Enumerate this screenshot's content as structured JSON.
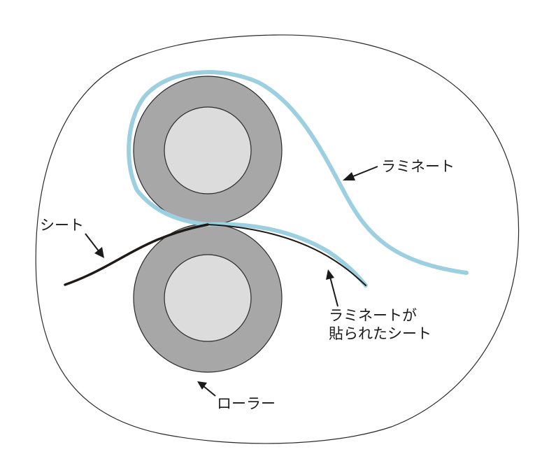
{
  "labels": {
    "laminate": "ラミネート",
    "sheet": "シート",
    "laminated_sheet_line1": "ラミネートが",
    "laminated_sheet_line2": "貼られたシート",
    "roller": "ローラー"
  },
  "colors": {
    "laminate": "#9ccfdf",
    "sheet": "#1e1a18",
    "roller_outer": "#a7a7a7",
    "roller_inner": "#dcdcdc",
    "outline": "#2a2a2a",
    "background": "#ffffff"
  }
}
